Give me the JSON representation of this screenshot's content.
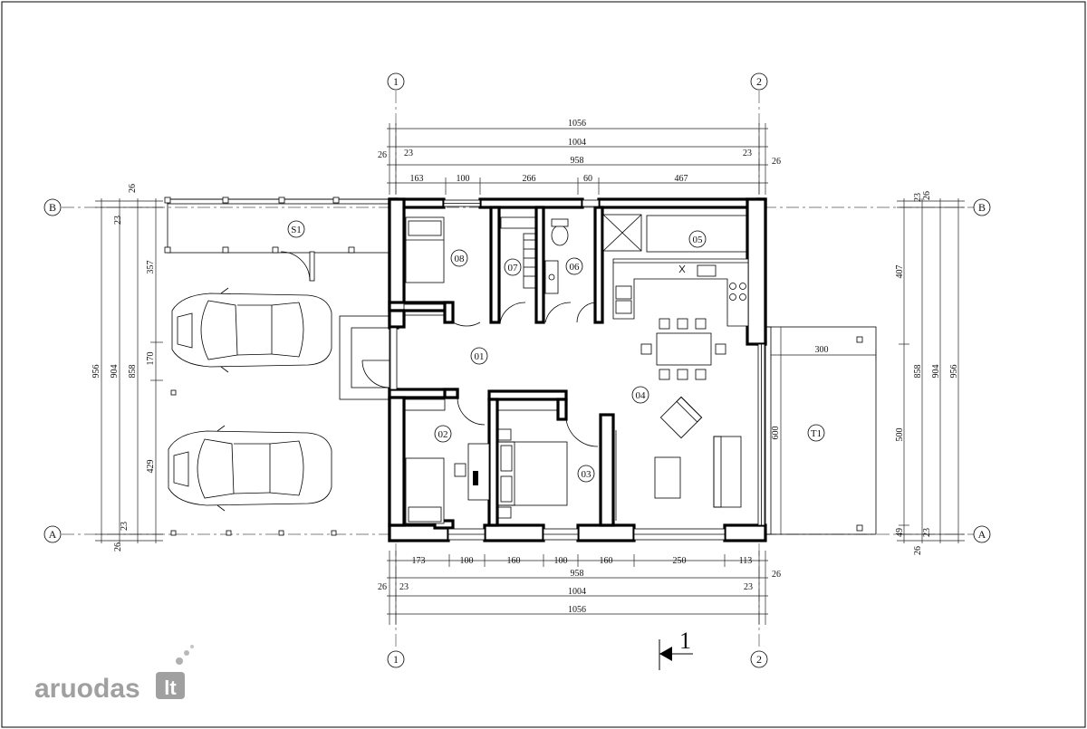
{
  "axes": {
    "top_left": "1",
    "top_right": "2",
    "bottom_left": "1",
    "bottom_right": "2",
    "left_top": "B",
    "left_bottom": "A",
    "right_top": "B",
    "right_bottom": "A"
  },
  "rooms": {
    "r01": "01",
    "r02": "02",
    "r03": "03",
    "r04": "04",
    "r05": "05",
    "r06": "06",
    "r07": "07",
    "r08": "08",
    "s1": "S1",
    "t1": "T1"
  },
  "dims_top": {
    "overall": "1056",
    "mid": "1004",
    "inner": "958",
    "off_26_l": "26",
    "off_23_l": "23",
    "off_23_r": "23",
    "off_26_r": "26",
    "seg1": "163",
    "seg2": "100",
    "seg3": "266",
    "seg4": "60",
    "seg5": "467"
  },
  "dims_bottom": {
    "seg1": "173",
    "seg2": "100",
    "seg3": "160",
    "seg4": "100",
    "seg5": "160",
    "seg6": "250",
    "seg7": "113",
    "inner": "958",
    "mid": "1004",
    "overall": "1056",
    "off_26_l": "26",
    "off_23_l": "23",
    "off_23_r": "23",
    "off_26_r": "26"
  },
  "dims_left": {
    "overall": "956",
    "mid": "904",
    "inner": "858",
    "seg_top": "357",
    "seg_mid": "170",
    "seg_bot": "429",
    "off_26_t": "26",
    "off_23_t": "23",
    "off_23_b": "23",
    "off_26_b": "26"
  },
  "dims_right": {
    "seg_top": "407",
    "seg_mid": "500",
    "seg_bot": "49",
    "inner": "858",
    "mid": "904",
    "overall": "956",
    "off_23_t": "23",
    "off_26_t": "26",
    "off_26_b": "26",
    "off_23_b": "23"
  },
  "dims_terrace": {
    "width": "300",
    "height": "600"
  },
  "section_marker": "1",
  "watermark": {
    "text": "aruodas",
    "suffix": "lt"
  }
}
